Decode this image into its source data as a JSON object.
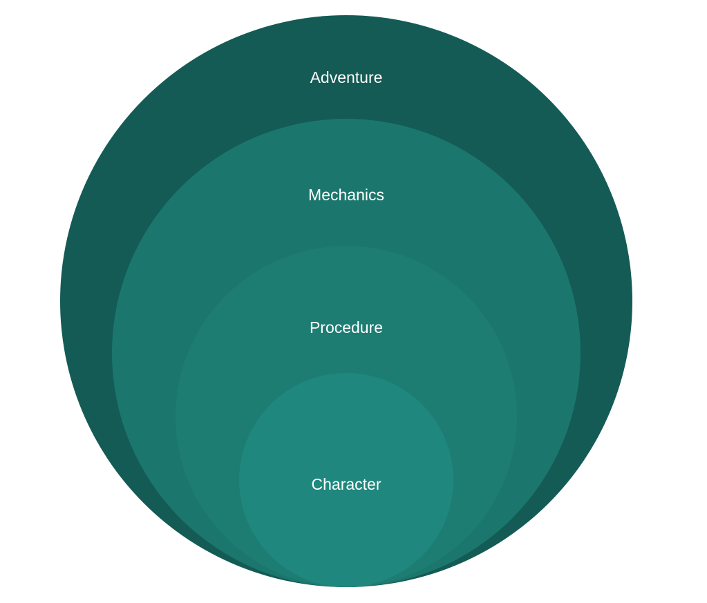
{
  "diagram": {
    "type": "nested-circles",
    "layers": [
      {
        "label": "Adventure",
        "color": "#145b55"
      },
      {
        "label": "Mechanics",
        "color": "#1b776d"
      },
      {
        "label": "Procedure",
        "color": "#1d7d73"
      },
      {
        "label": "Character",
        "color": "#1f877e"
      }
    ]
  }
}
